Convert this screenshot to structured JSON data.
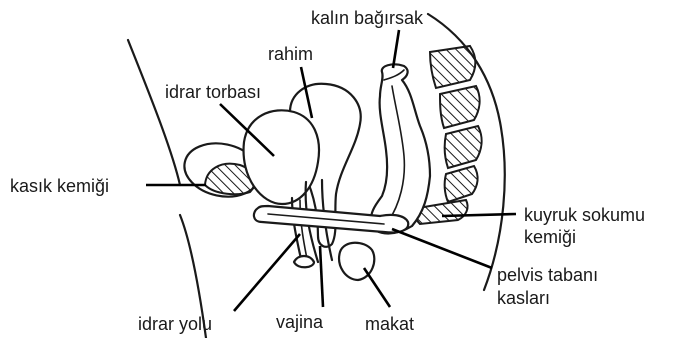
{
  "labels": {
    "large_intestine": "kalın bağırsak",
    "uterus": "rahim",
    "bladder": "idrar torbası",
    "pubic_bone": "kasık kemiği",
    "coccyx_line1": "kuyruk sokumu",
    "coccyx_line2": "kemiği",
    "pelvic_floor_line1": "pelvis tabanı",
    "pelvic_floor_line2": "kasları",
    "urethra": "idrar yolu",
    "vagina": "vajina",
    "anus": "makat"
  }
}
